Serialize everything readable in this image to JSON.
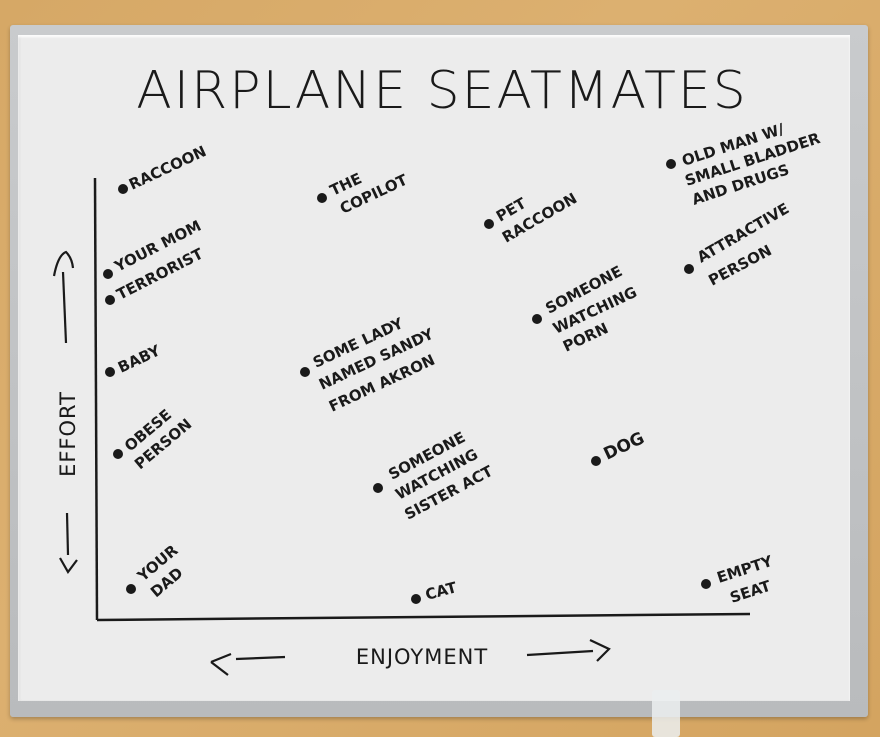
{
  "chart_data": {
    "type": "scatter",
    "title": "AIRPLANE SEATMATES",
    "xlabel": "ENJOYMENT",
    "ylabel": "EFFORT",
    "xlim": [
      0,
      100
    ],
    "ylim": [
      0,
      100
    ],
    "grid": false,
    "legend": "none",
    "points": [
      {
        "label": "Raccoon",
        "lines": [
          "RACCOON"
        ],
        "x": 4,
        "y": 97
      },
      {
        "label": "Your Mom",
        "lines": [
          "YOUR MOM"
        ],
        "x": 1,
        "y": 80
      },
      {
        "label": "Terrorist",
        "lines": [
          "TERRORIST"
        ],
        "x": 1,
        "y": 75
      },
      {
        "label": "Baby",
        "lines": [
          "BABY"
        ],
        "x": 1,
        "y": 57
      },
      {
        "label": "Obese Person",
        "lines": [
          "OBESE",
          "PERSON"
        ],
        "x": 3,
        "y": 37
      },
      {
        "label": "Your Dad",
        "lines": [
          "YOUR",
          "DAD"
        ],
        "x": 5,
        "y": 7
      },
      {
        "label": "The Copilot",
        "lines": [
          "THE",
          "COPILOT"
        ],
        "x": 34,
        "y": 93
      },
      {
        "label": "Some Lady Named Sandy From Akron",
        "lines": [
          "SOME LADY",
          "NAMED SANDY",
          "FROM AKRON"
        ],
        "x": 31,
        "y": 55
      },
      {
        "label": "Someone Watching Sister Act",
        "lines": [
          "SOMEONE",
          "WATCHING",
          "SISTER ACT"
        ],
        "x": 43,
        "y": 29
      },
      {
        "label": "Cat",
        "lines": [
          "CAT"
        ],
        "x": 49,
        "y": 5
      },
      {
        "label": "Pet Raccoon",
        "lines": [
          "PET",
          "RACCOON"
        ],
        "x": 59,
        "y": 88
      },
      {
        "label": "Someone Watching Porn",
        "lines": [
          "SOMEONE",
          "WATCHING",
          "PORN"
        ],
        "x": 66,
        "y": 67
      },
      {
        "label": "Dog",
        "lines": [
          "DOG"
        ],
        "x": 76,
        "y": 36
      },
      {
        "label": "Old Man w/ Small Bladder and Drugs",
        "lines": [
          "OLD MAN W/",
          "SMALL BLADDER",
          "AND DRUGS"
        ],
        "x": 88,
        "y": 100
      },
      {
        "label": "Attractive Person",
        "lines": [
          "ATTRACTIVE",
          "PERSON"
        ],
        "x": 91,
        "y": 81
      },
      {
        "label": "Empty Seat",
        "lines": [
          "EMPTY",
          "SEAT"
        ],
        "x": 93,
        "y": 8
      }
    ]
  },
  "board": {
    "title": "AIRPLANE SEATMATES",
    "x_axis_label": "ENJOYMENT",
    "y_axis_label": "EFFORT",
    "ink_color": "#1a1a1a",
    "board_color": "#ececec",
    "frame_color": "#c2c4c6",
    "wall_color": "#d8aa68"
  }
}
